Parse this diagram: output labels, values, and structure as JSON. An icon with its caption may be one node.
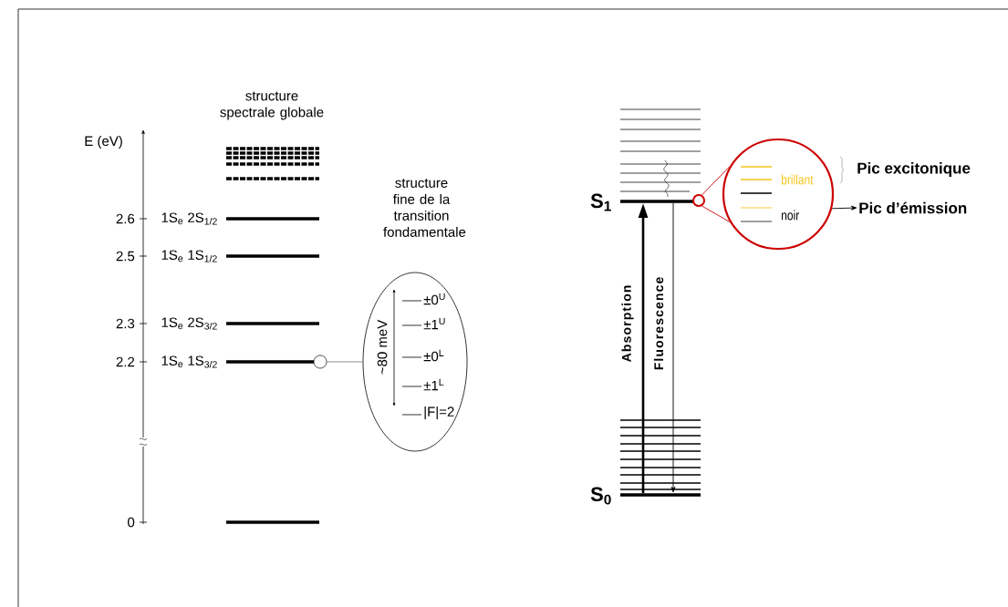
{
  "diagram": {
    "nodes": [
      {
        "text": [],
        "shape": "circle"
      },
      {
        "text": [
          "structure fine de la transition fondamentale",
          "~80 meV",
          "±0$^{U}$",
          "±1$^{U}$",
          "±0$^{L}$",
          "±1$^{L}$",
          "|F|=2"
        ]
      },
      {
        "text": [],
        "shape": "bar",
        "beside": [
          "S$_{1}$"
        ]
      },
      {
        "text": [],
        "shape": "circle"
      },
      {
        "text": [
          "brillant",
          "noir"
        ]
      },
      {
        "text": [
          "Pic d’émission"
        ]
      },
      {
        "text": [],
        "shape": "bar",
        "beside": [
          "S$_{0}$"
        ]
      }
    ],
    "edges": [
      {
        "from": 0,
        "to": 1,
        "arrow": "none",
        "color": "#808080"
      },
      {
        "from": 3,
        "to": 4,
        "arrow": "none",
        "color": "#cc0000"
      },
      {
        "from": 3,
        "to": 4,
        "arrow": "none",
        "color": "#cc0000"
      },
      {
        "from": 4,
        "to": 5,
        "arrow": "to"
      },
      {
        "from": 6,
        "to": 2,
        "arrow": "to",
        "style": "thick",
        "label": "Absorption"
      },
      {
        "from": 2,
        "to": 6,
        "arrow": "to",
        "label": "Fluorescence"
      }
    ],
    "labels": [
      "structure spectrale globale",
      "E (eV)",
      "2.6",
      "2.5",
      "2.3",
      "2.2",
      "0",
      "1S$_{e}$ 2S$_{1/2}$",
      "1S$_{e}$ 1S$_{1/2}$",
      "1S$_{e}$ 2S$_{3/2}$",
      "1S$_{e}$ 1S$_{3/2}$",
      "Pic excitonique"
    ]
  }
}
